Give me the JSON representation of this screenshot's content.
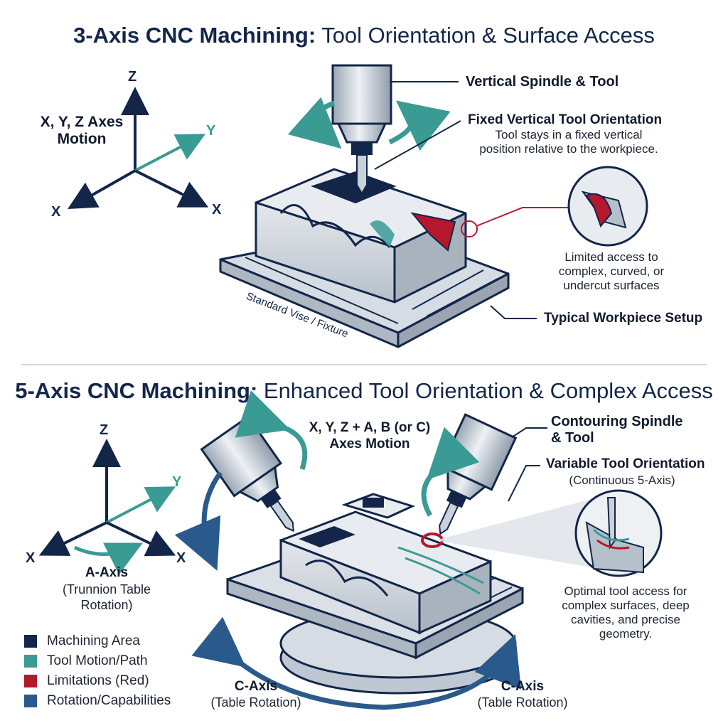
{
  "top": {
    "title_bold": "3-Axis CNC Machining:",
    "title_rest": " Tool Orientation & Surface Access",
    "axes_label": "X, Y, Z Axes\nMotion",
    "axis_z": "Z",
    "axis_y": "Y",
    "axis_x_left": "X",
    "axis_x_right": "X",
    "spindle_label": "Vertical Spindle & Tool",
    "orientation_label": "Fixed Vertical Tool Orientation",
    "orientation_desc": "Tool stays in a fixed vertical\nposition relative to the workpiece.",
    "limited_desc": "Limited access to\ncomplex, curved, or\nundercut surfaces",
    "vise_label": "Standard Vise / Fixture",
    "setup_label": "Typical Workpiece Setup"
  },
  "bottom": {
    "title_bold": "5-Axis CNC Machining:",
    "title_rest": " Enhanced Tool Orientation & Complex Access",
    "axes_label": "X, Y, Z + A, B (or C)\nAxes Motion",
    "axis_z": "Z",
    "axis_y": "Y",
    "axis_x_left": "X",
    "axis_x_right": "X",
    "spindle_label": "Contouring Spindle\n& Tool",
    "orientation_label": "Variable Tool Orientation",
    "orientation_desc": "(Continuous 5-Axis)",
    "a_axis_label": "A-Axis",
    "a_axis_desc": "(Trunnion Table\nRotation)",
    "optimal_desc": "Optimal tool access for\ncomplex surfaces, deep\ncavities, and precise\ngeometry.",
    "c_axis_left_label": "C-Axis",
    "c_axis_left_desc": "(Table Rotation)",
    "c_axis_right_label": "C-Axis",
    "c_axis_right_desc": "(Table Rotation)"
  },
  "legend": [
    {
      "label": "Machining Area",
      "color": "#13264a"
    },
    {
      "label": "Tool Motion/Path",
      "color": "#3a9b95"
    },
    {
      "label": "Limitations (Red)",
      "color": "#b5172f"
    },
    {
      "label": "Rotation/Capabilities",
      "color": "#2a5a8c"
    }
  ],
  "colors": {
    "navy": "#13264a",
    "teal": "#3a9b95",
    "red": "#b5172f",
    "blue": "#2a5a8c",
    "steel": "#c9d1da"
  }
}
